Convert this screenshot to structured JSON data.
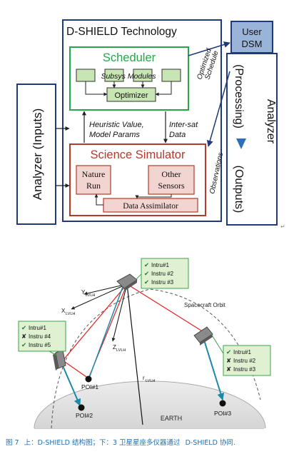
{
  "top": {
    "title": "D-SHIELD Technology",
    "left_panel": "Analyzer (Inputs)",
    "right_panel_line1": "Analyzer",
    "right_panel_line2": "(Processing)",
    "right_panel_line3": "(Outputs)",
    "user_dsm_line1": "User",
    "user_dsm_line2": "DSM",
    "scheduler": "Scheduler",
    "subsys_modules": "Subsys Modules",
    "optimizer": "Optimizer",
    "optimized_schedule_1": "Optimized",
    "optimized_schedule_2": "Schedule",
    "heuristic_1": "Heuristic Value,",
    "heuristic_2": "Model Params",
    "intersat_1": "Inter-sat",
    "intersat_2": "Data",
    "observations": "Observations",
    "science_simulator": "Science Simulator",
    "nature_1": "Nature",
    "nature_2": "Run",
    "other_1": "Other",
    "other_2": "Sensors",
    "data_assimilator": "Data Assimilator",
    "colors": {
      "navy": "#1f3a7a",
      "green": "#22a84a",
      "green_fill": "#c8e6b3",
      "red": "#b33a2c",
      "rose_fill": "#f2d5d0",
      "arrow_blue": "#2e6fb7"
    }
  },
  "bottom": {
    "sat_top": [
      "Intru#1",
      "Instru #2",
      "Instru #3"
    ],
    "sat_top_marks": [
      "check",
      "check",
      "check"
    ],
    "sat_left": [
      "Intru#1",
      "Instru #4",
      "Instru #5"
    ],
    "sat_left_marks": [
      "check",
      "cross",
      "check"
    ],
    "sat_right": [
      "Intru#1",
      "Instru #2",
      "Instru #3"
    ],
    "sat_right_marks": [
      "check",
      "cross",
      "cross"
    ],
    "y_axis": "Y",
    "y_sub": "LVLH",
    "x_axis": "X",
    "x_sub": "LVLH",
    "z_axis": "Z",
    "z_sub": "LVLH",
    "r_axis": "r",
    "r_sub": "LVLH",
    "orbit_label": "Spacecraft Orbit",
    "poi1": "POI#1",
    "poi2": "POI#2",
    "poi3": "POI#3",
    "earth": "EARTH"
  },
  "caption": {
    "fig": "图 7",
    "text1": "上：D-SHIELD 结构图；下：3 卫星星座多仪器通过",
    "text2": "D-SHIELD 协同."
  }
}
